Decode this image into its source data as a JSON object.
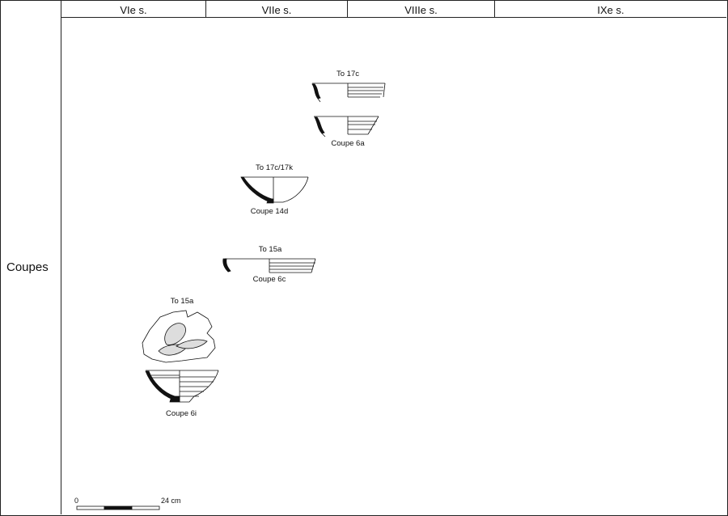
{
  "header": {
    "columns": [
      {
        "label": "VIe s."
      },
      {
        "label": "VIIe s."
      },
      {
        "label": "VIIIe s."
      },
      {
        "label": "IXe s."
      }
    ]
  },
  "row": {
    "label": "Coupes"
  },
  "vessels": [
    {
      "top_label": "To 17c",
      "bottom_label": ""
    },
    {
      "top_label": "",
      "bottom_label": "Coupe 6a"
    },
    {
      "top_label": "To 17c/17k",
      "bottom_label": "Coupe 14d"
    },
    {
      "top_label": "To 15a",
      "bottom_label": "Coupe 6c"
    },
    {
      "top_label": "To 15a",
      "bottom_label": "Coupe 6i"
    }
  ],
  "scale": {
    "start": "0",
    "end": "24 cm"
  }
}
